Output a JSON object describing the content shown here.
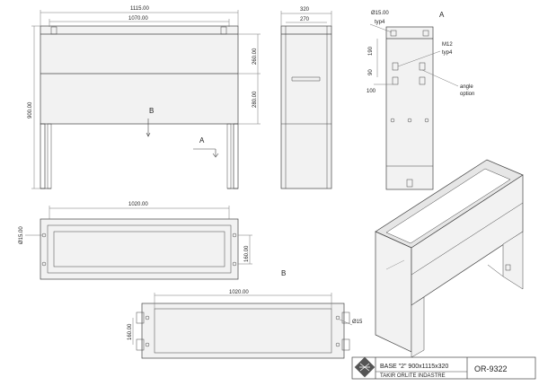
{
  "front_view": {
    "width_total": "1115.00",
    "width_inner": "1070.00",
    "height_total": "900.00",
    "height_upper": "260.00",
    "height_lower": "280.00",
    "section_label": "B",
    "arrow_label": "A"
  },
  "side_view": {
    "depth_total": "320",
    "depth_inner": "270"
  },
  "detail_view": {
    "title": "A",
    "hole_dia": "Ø15.00",
    "hole_qty": "typ4",
    "thread": "M12",
    "thread_qty": "typ4",
    "dim_190": "190",
    "dim_90": "90",
    "dim_100": "100",
    "angle_option_1": "angle",
    "angle_option_2": "option"
  },
  "top_view": {
    "width": "1020.00",
    "hole_dia": "Ø15.00",
    "depth": "160.00"
  },
  "bottom_view": {
    "title": "B",
    "width": "1020.00",
    "depth": "160.00",
    "hole_dia": "Ø15"
  },
  "title_block": {
    "description": "BASE \"2\" 900x1115x320",
    "company": "TAKIR ORLITE INDASTRE",
    "number": "OR-9322"
  },
  "colors": {
    "line": "#444444",
    "thin": "#777777",
    "body_fill": "#f2f2f2",
    "panel_fill": "#e6e6e6"
  }
}
